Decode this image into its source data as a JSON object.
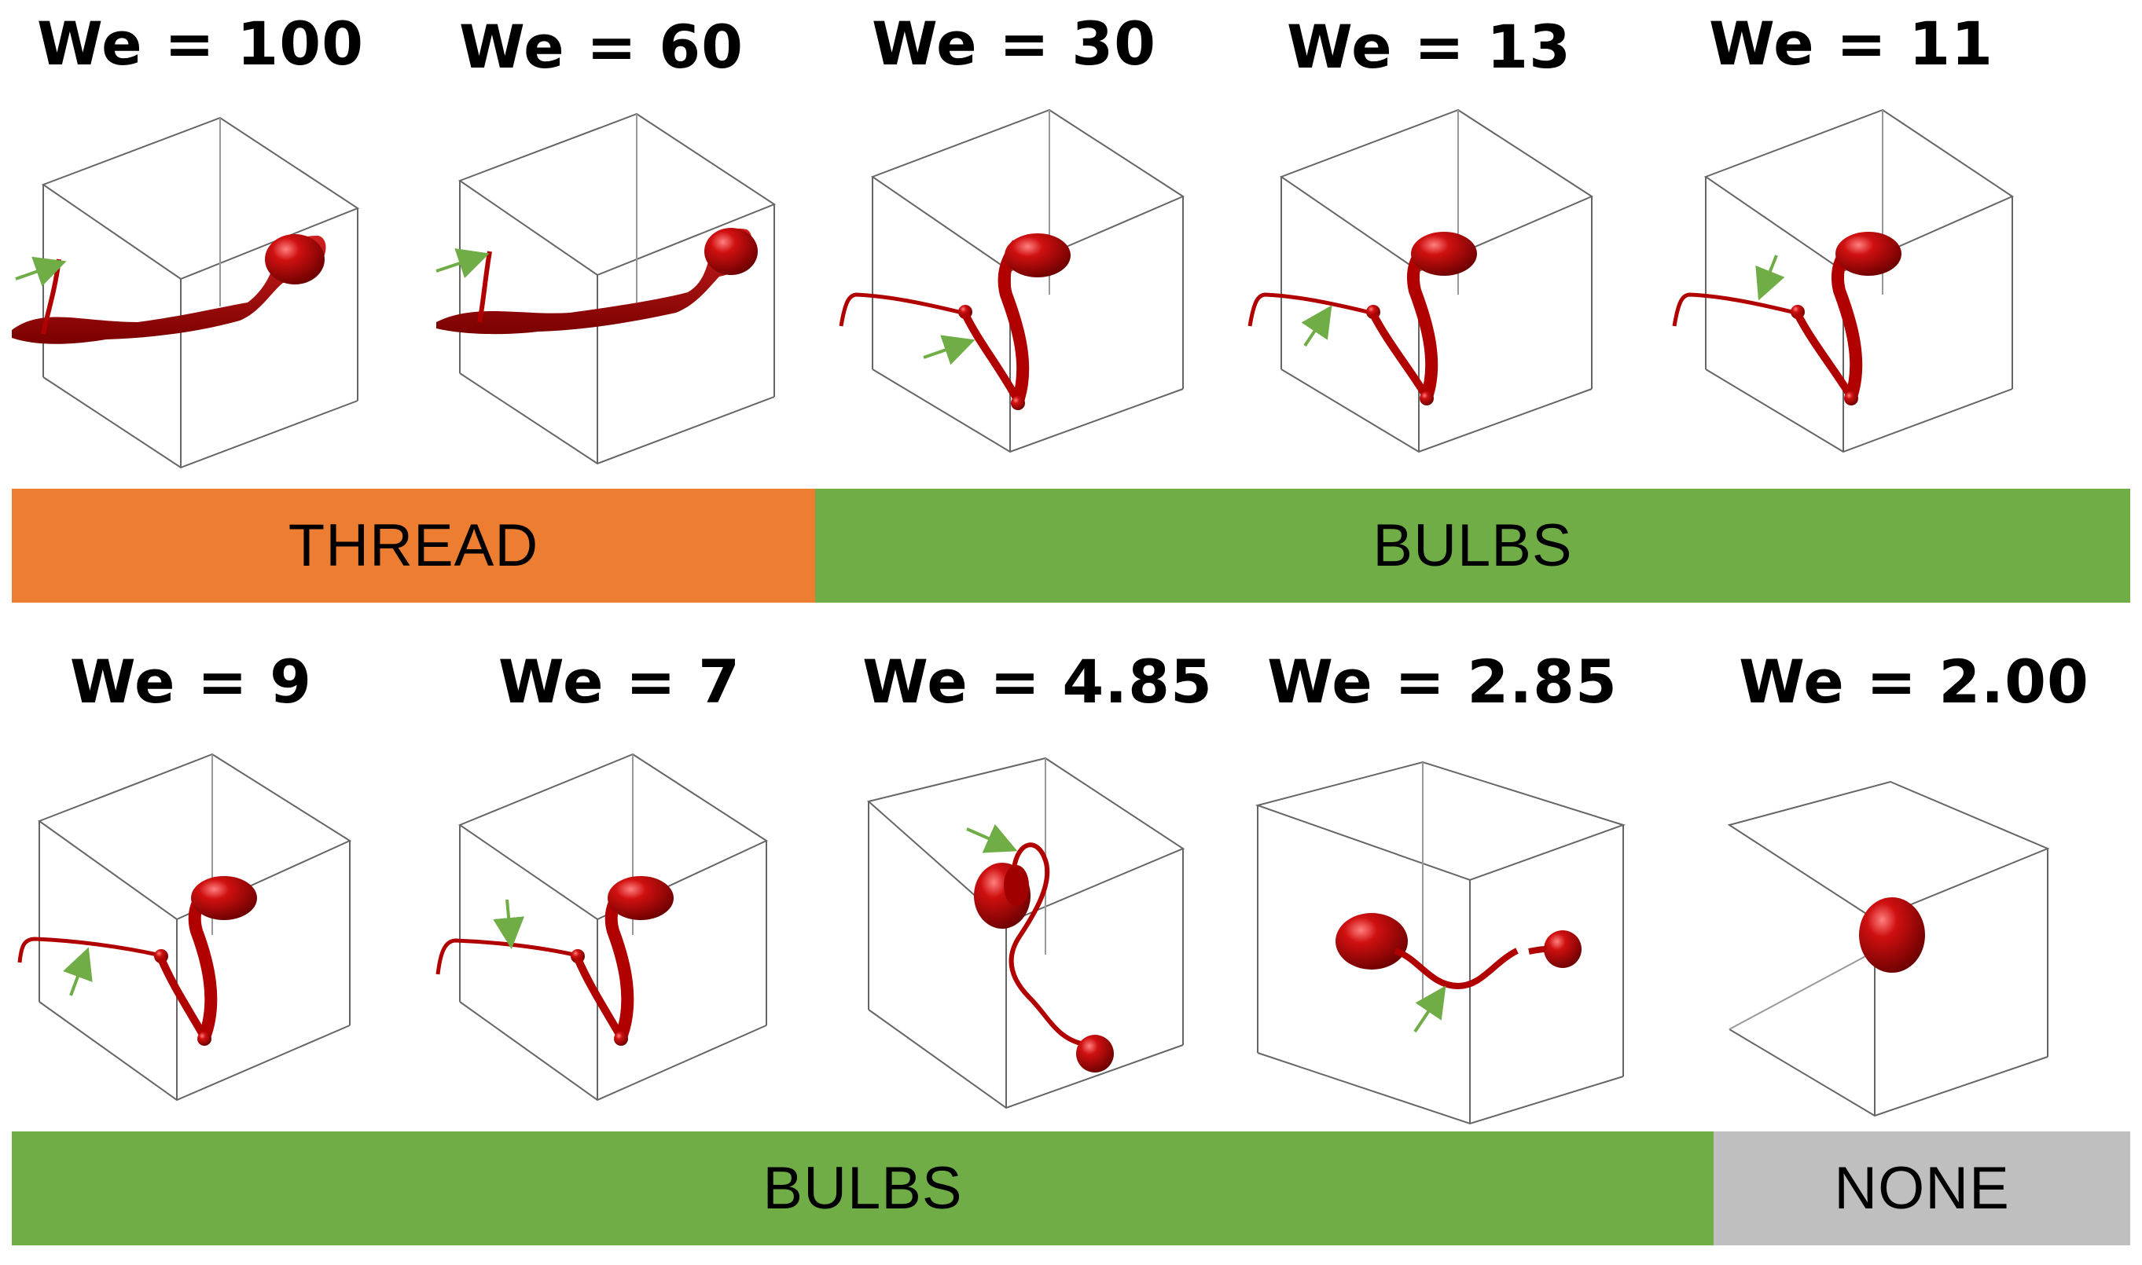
{
  "panels": [
    {
      "we": "We = 100",
      "shape": "thread"
    },
    {
      "we": "We = 60",
      "shape": "thread"
    },
    {
      "we": "We = 30",
      "shape": "bulbs_long"
    },
    {
      "we": "We = 13",
      "shape": "bulbs_long"
    },
    {
      "we": "We = 11",
      "shape": "bulbs_long"
    },
    {
      "we": "We = 9",
      "shape": "bulbs_long"
    },
    {
      "we": "We = 7",
      "shape": "bulbs_long"
    },
    {
      "we": "We = 4.85",
      "shape": "bulbs_coil"
    },
    {
      "we": "We = 2.85",
      "shape": "bulbs_short"
    },
    {
      "we": "We = 2.00",
      "shape": "sphere"
    }
  ],
  "bands": {
    "row1": [
      {
        "label": "THREAD",
        "color": "#ED7D31"
      },
      {
        "label": "BULBS",
        "color": "#70AD47"
      }
    ],
    "row2": [
      {
        "label": "BULBS",
        "color": "#70AD47"
      },
      {
        "label": "NONE",
        "color": "#BFBFBF"
      }
    ]
  },
  "colors": {
    "drop": "#C00000",
    "drop_dark": "#7A0000",
    "arrow": "#70AD47",
    "cube": "#666666"
  }
}
